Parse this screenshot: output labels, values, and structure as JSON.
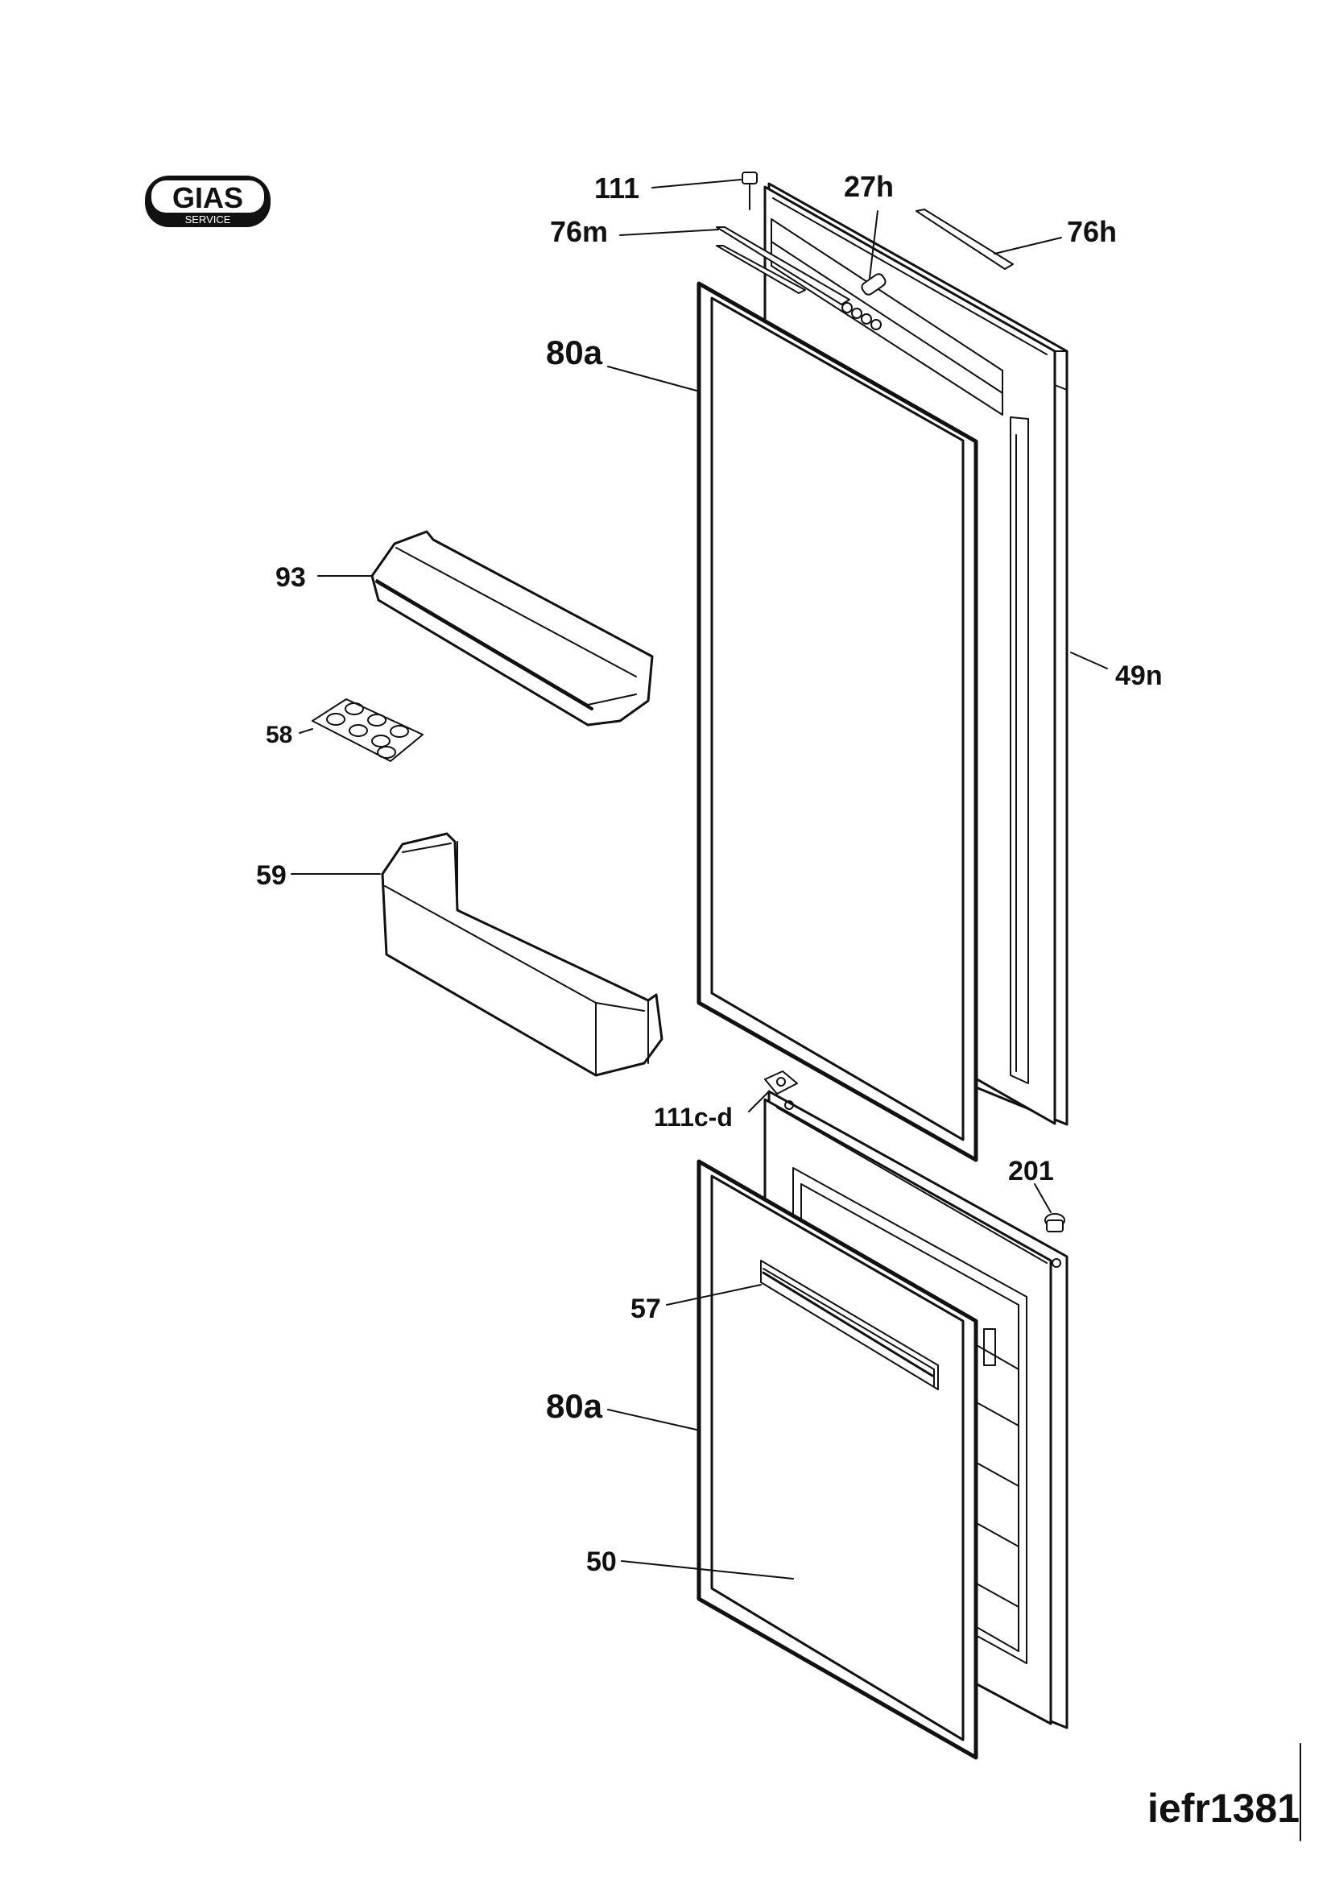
{
  "brand": {
    "name": "GIAS",
    "tagline": "SERVICE"
  },
  "drawing_code": "iefr1381",
  "callouts": {
    "c111": "111",
    "c27h": "27h",
    "c76h": "76h",
    "c76m": "76m",
    "c80a_top": "80a",
    "c93": "93",
    "c49n": "49n",
    "c58": "58",
    "c59": "59",
    "c111cd": "111c-d",
    "c201": "201",
    "c57": "57",
    "c80a_bottom": "80a",
    "c50": "50"
  }
}
